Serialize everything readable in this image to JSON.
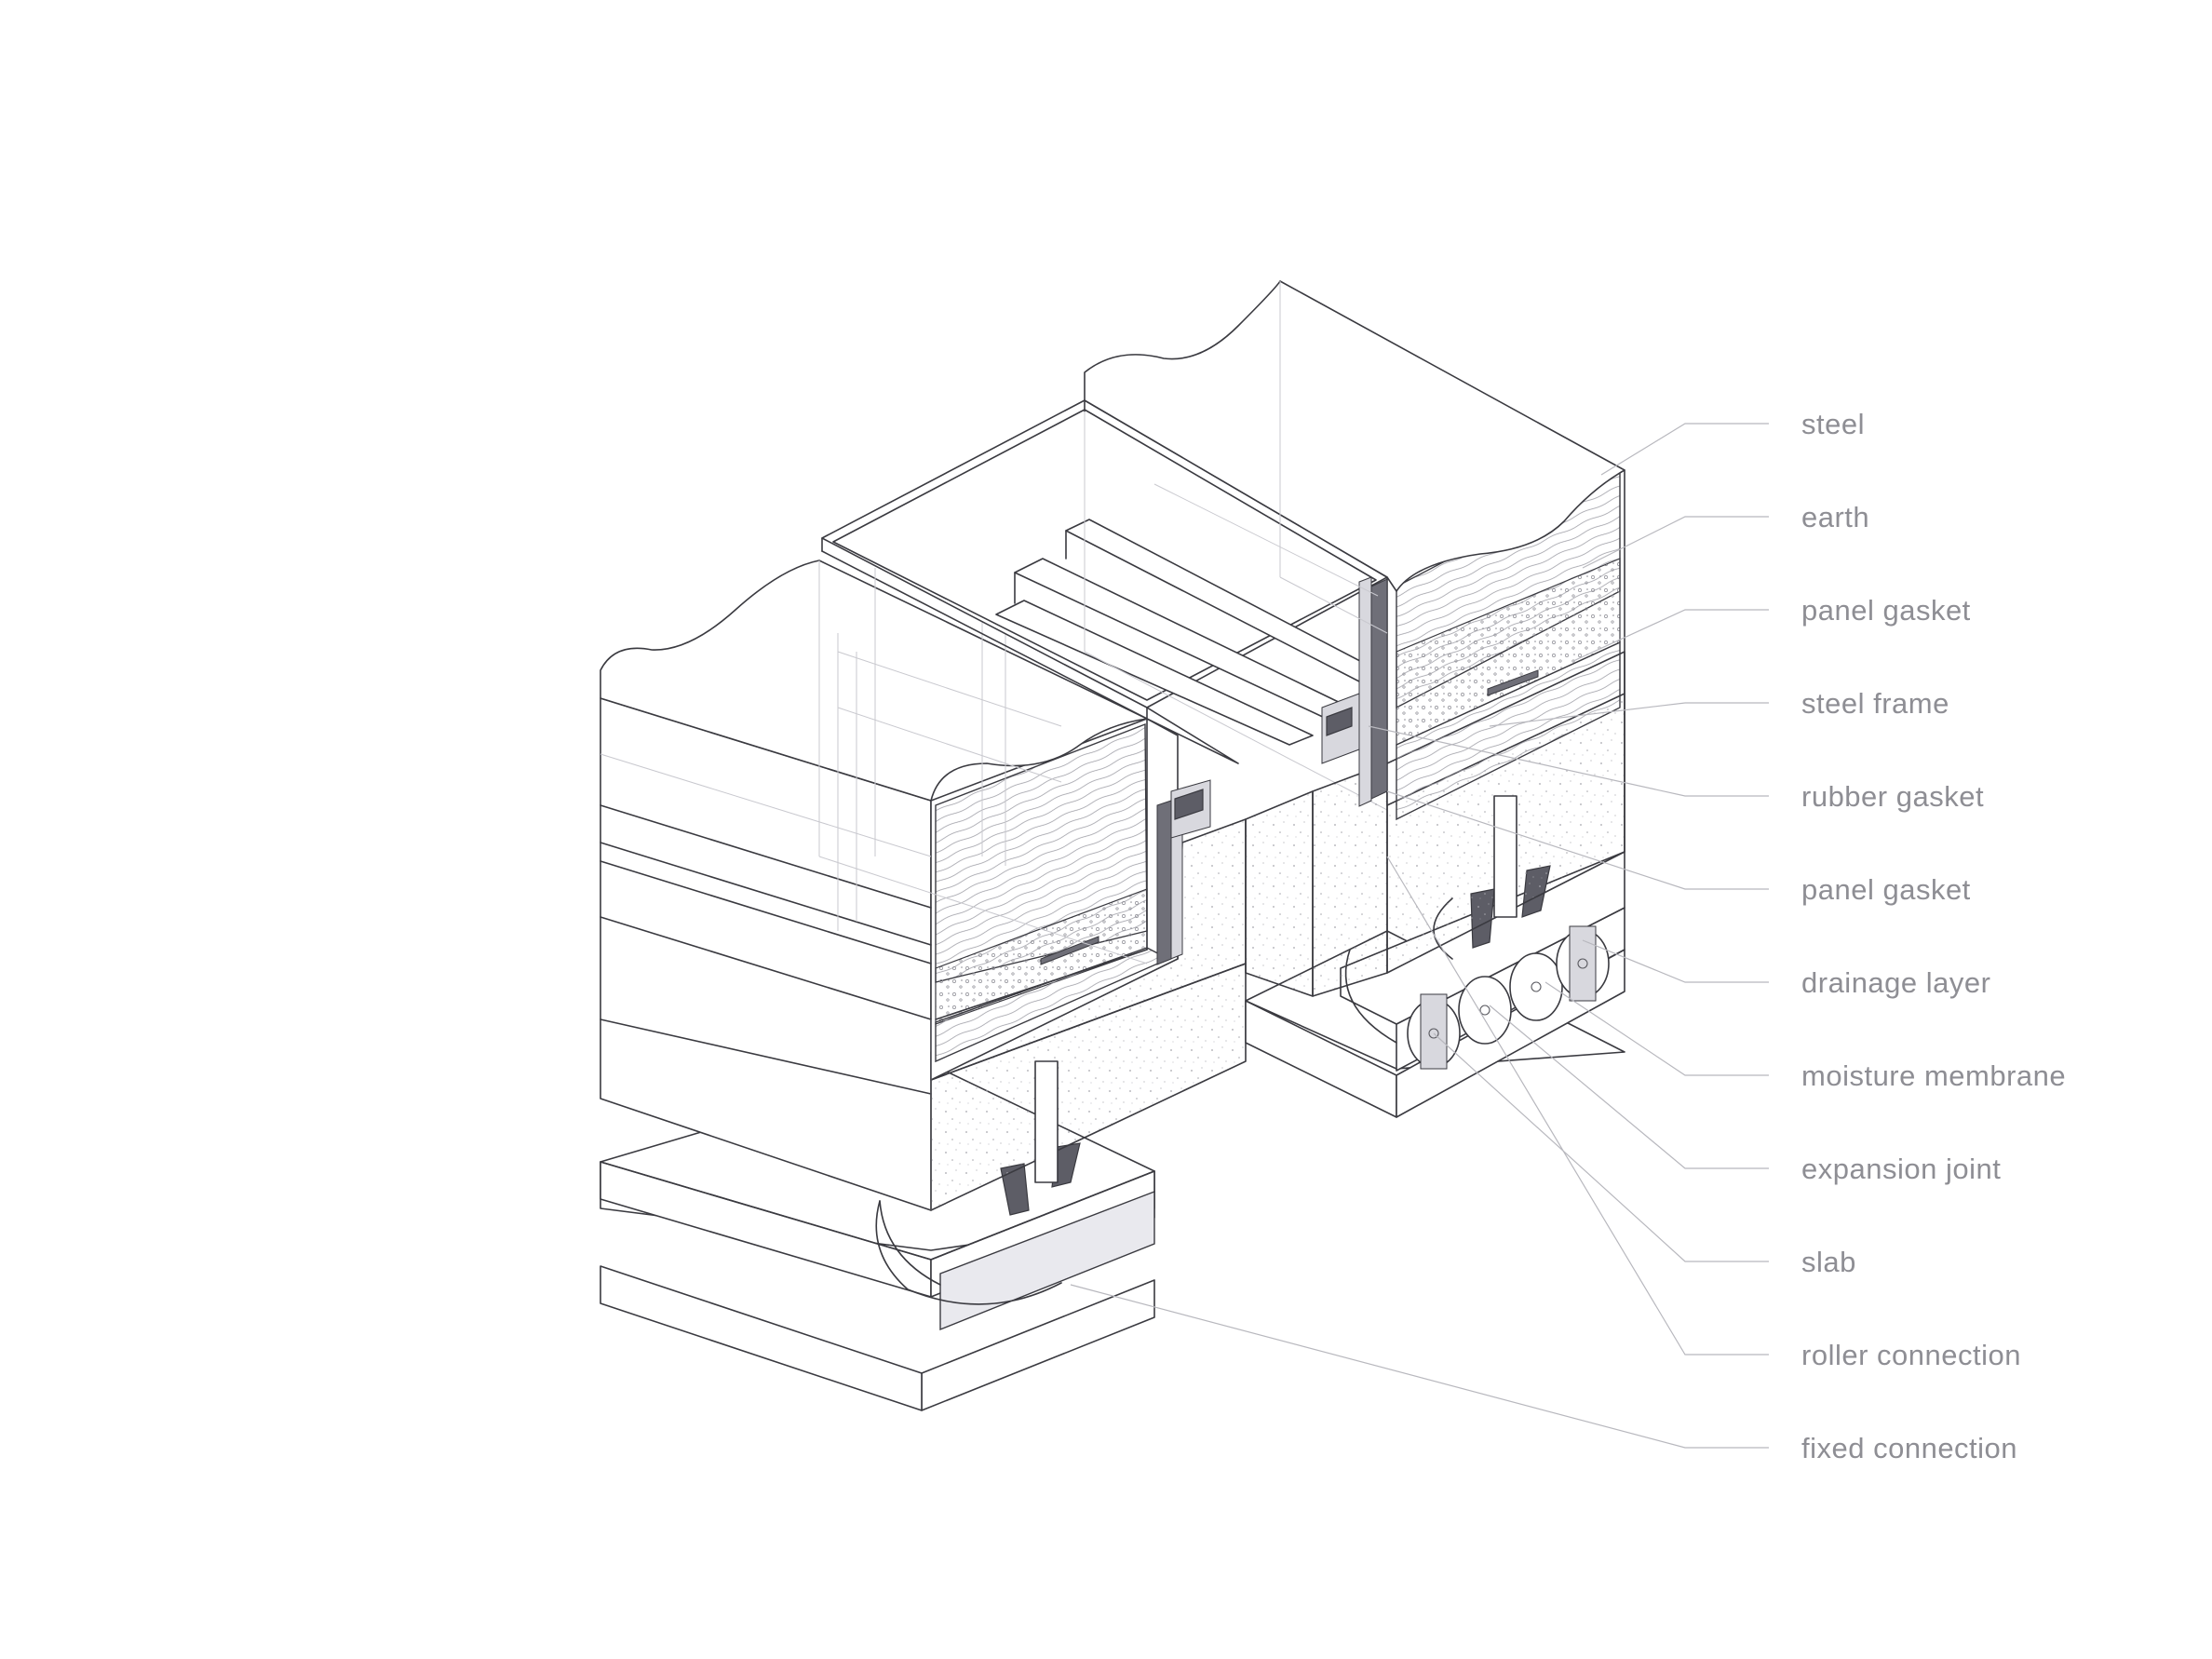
{
  "labels": [
    "steel",
    "earth",
    "panel gasket",
    "steel frame",
    "rubber gasket",
    "panel gasket",
    "drainage layer",
    "moisture membrane",
    "expansion joint",
    "slab",
    "roller connection",
    "fixed connection"
  ],
  "colors": {
    "line": "#3a3a40",
    "label_text": "#8e8e94",
    "leader": "#b8b8be",
    "steel": "#6f6f78"
  }
}
